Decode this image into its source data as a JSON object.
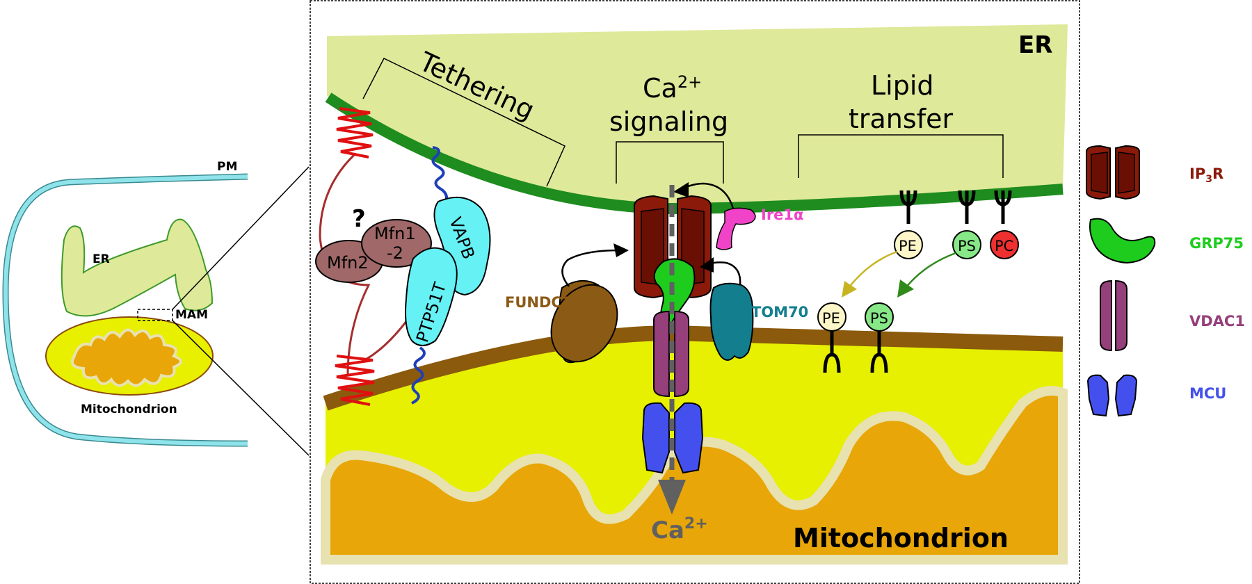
{
  "cell": {
    "pm_label": "PM",
    "er_label": "ER",
    "mam_label": "MAM",
    "mito_label": "Mitochondrion"
  },
  "zoom": {
    "er_label": "ER",
    "mito_label": "Mitochondrion",
    "sections": {
      "tethering": "Tethering",
      "ca_line1_base": "Ca",
      "ca_line1_sup": "2+",
      "ca_line2": "signaling",
      "lipid_line1": "Lipid",
      "lipid_line2": "transfer"
    },
    "proteins": {
      "question": "?",
      "mfn1_line1": "Mfn1",
      "mfn1_line2": "-2",
      "mfn2": "Mfn2",
      "vapb": "VAPB",
      "ptp51t": "PTP51T",
      "fundc1": "FUNDC1",
      "tom70": "TOM70",
      "ire1a": "Ire1α"
    },
    "lipids": {
      "pe_er": "PE",
      "ps_er": "PS",
      "pc_er": "PC",
      "pe_mito": "PE",
      "ps_mito": "PS"
    },
    "ca_out_base": "Ca",
    "ca_out_sup": "2+"
  },
  "legend": {
    "ip3r_base": "IP",
    "ip3r_sub": "3",
    "ip3r_tail": "R",
    "grp75": "GRP75",
    "vdac1": "VDAC1",
    "mcu": "MCU"
  },
  "colors": {
    "er_lumen": "#dfe99a",
    "er_membrane": "#1e8c1e",
    "mito_matrix": "#e8a608",
    "mito_outer": "#e6f000",
    "mito_membrane": "#8b5a0c",
    "cristae": "#e8e1b0",
    "pm": "#8fe3ea",
    "ip3r": "#8b1a0a",
    "grp75": "#1ecc1e",
    "vdac1": "#953f7b",
    "mcu": "#4450ee",
    "fundc1": "#8b5a14",
    "tom70": "#137f8e",
    "ire1a": "#f043c8",
    "mfn": "#a06868",
    "vapb": "#66f1f5",
    "tether_red": "#e01010",
    "tether_blue": "#1e3fb8",
    "ca_arrow": "#606060",
    "pe": "#fdf6c8",
    "ps": "#86e886",
    "pc": "#ee3030",
    "pe_arrow": "#c7b420",
    "ps_arrow": "#2f8a1a"
  }
}
